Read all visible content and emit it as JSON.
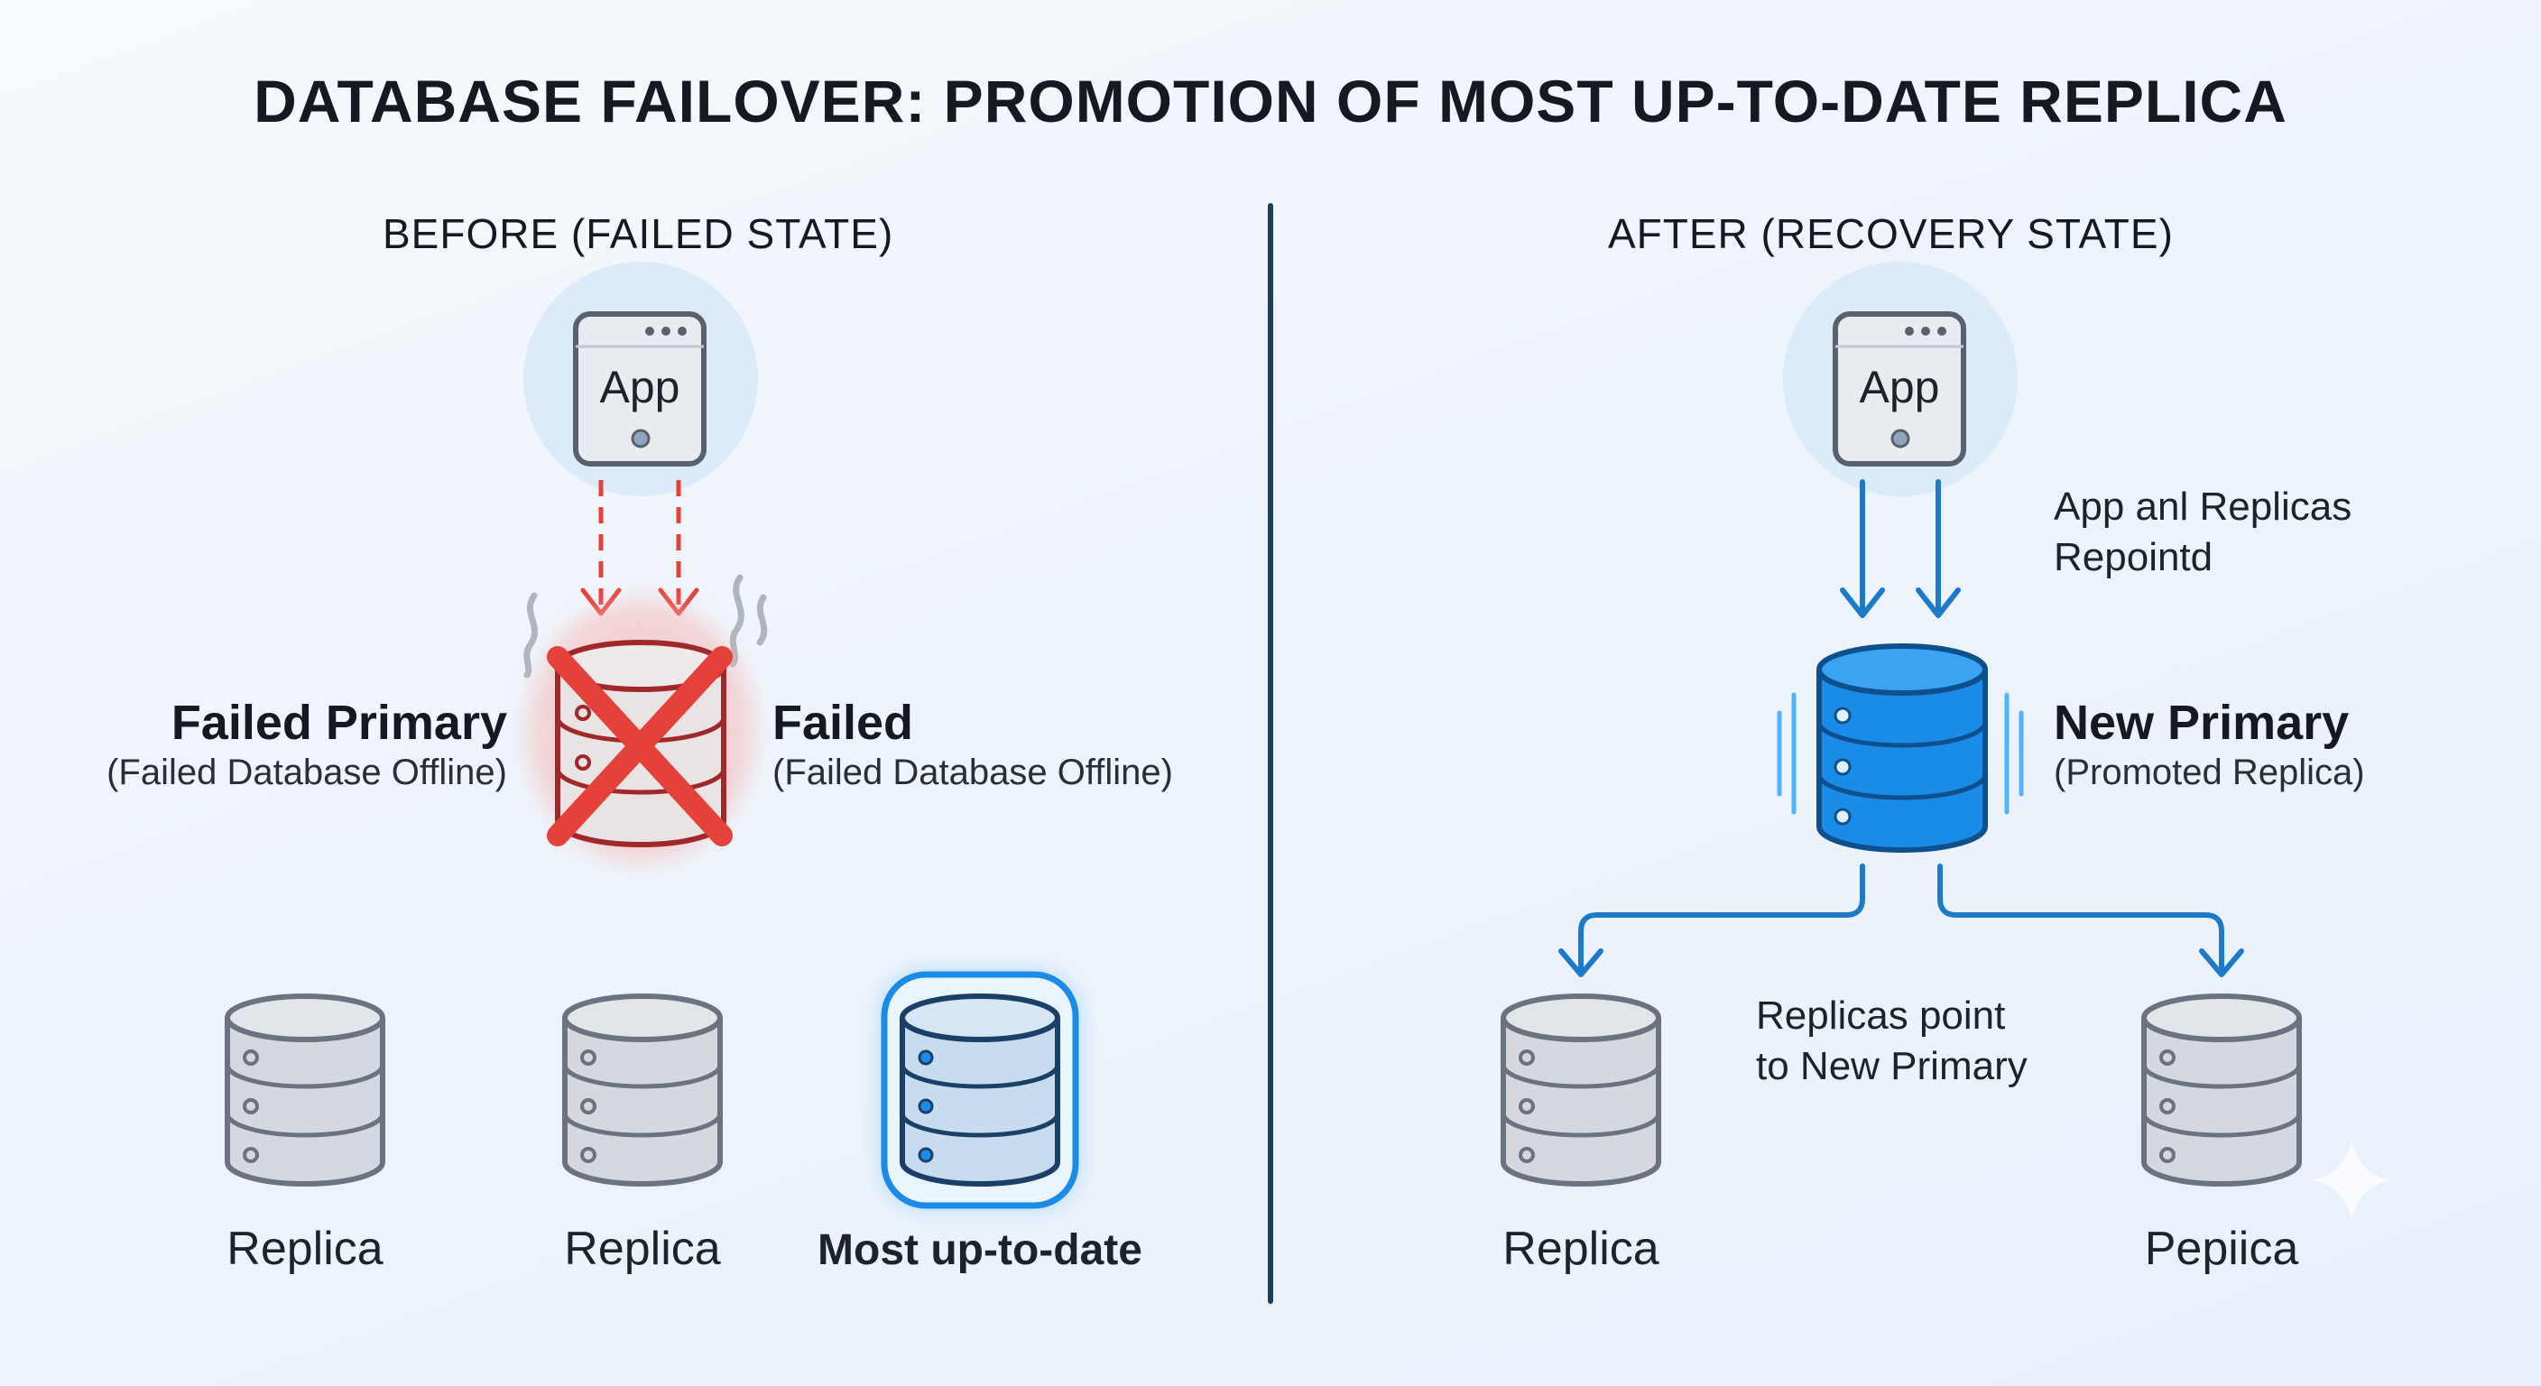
{
  "title": "DATABASE FAILOVER: PROMOTION OF MOST UP-TO-DATE REPLICA",
  "before": {
    "heading": "BEFORE (FAILED STATE)",
    "app_label": "App",
    "failed_primary": {
      "label": "Failed Primary",
      "sublabel": "(Failed Database Offline)"
    },
    "failed": {
      "label": "Failed",
      "sublabel": "(Failed Database Offline)"
    },
    "replicas": [
      {
        "label": "Replica"
      },
      {
        "label": "Replica"
      },
      {
        "label": "Most up-to-date"
      }
    ]
  },
  "after": {
    "heading": "AFTER (RECOVERY STATE)",
    "app_label": "App",
    "repoint_note_line1": "App anl Replicas",
    "repoint_note_line2": "Repointd",
    "new_primary": {
      "label": "New Primary",
      "sublabel": "(Promoted Replica)"
    },
    "replicas_note_line1": "Replicas point",
    "replicas_note_line2": "to New Primary",
    "replicas": [
      {
        "label": "Replica"
      },
      {
        "label": "Pepiica"
      }
    ]
  },
  "colors": {
    "failed_red": "#e5413b",
    "failed_dark": "#a0282a",
    "promoted_blue": "#1a8be6",
    "arrow_blue": "#1d79c9",
    "divider": "#1f3d5c",
    "replica_gray": "#d5d9df",
    "replica_stroke": "#6b7380"
  }
}
